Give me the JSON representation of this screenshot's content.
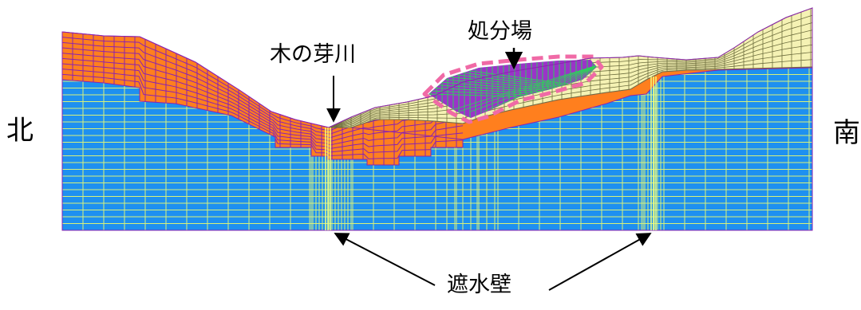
{
  "labels": {
    "north": "北",
    "south": "南",
    "river": "木の芽川",
    "landfill": "処分場",
    "cutoff_wall": "遮水壁"
  },
  "colors": {
    "background": "#ffffff",
    "aquifer": "#1E90F0",
    "aquifer_grid": "#D8F27A",
    "upper_layer": "#FF7F1E",
    "upper_grid": "#8B22B0",
    "fill_layer": "#F5F2B4",
    "fill_grid": "#6E6E3E",
    "landfill_waste": "#9A34C8",
    "landfill_grid": "#2FD05A",
    "landfill_outline": "#F06AA6",
    "wall": "#F2FF80"
  }
}
